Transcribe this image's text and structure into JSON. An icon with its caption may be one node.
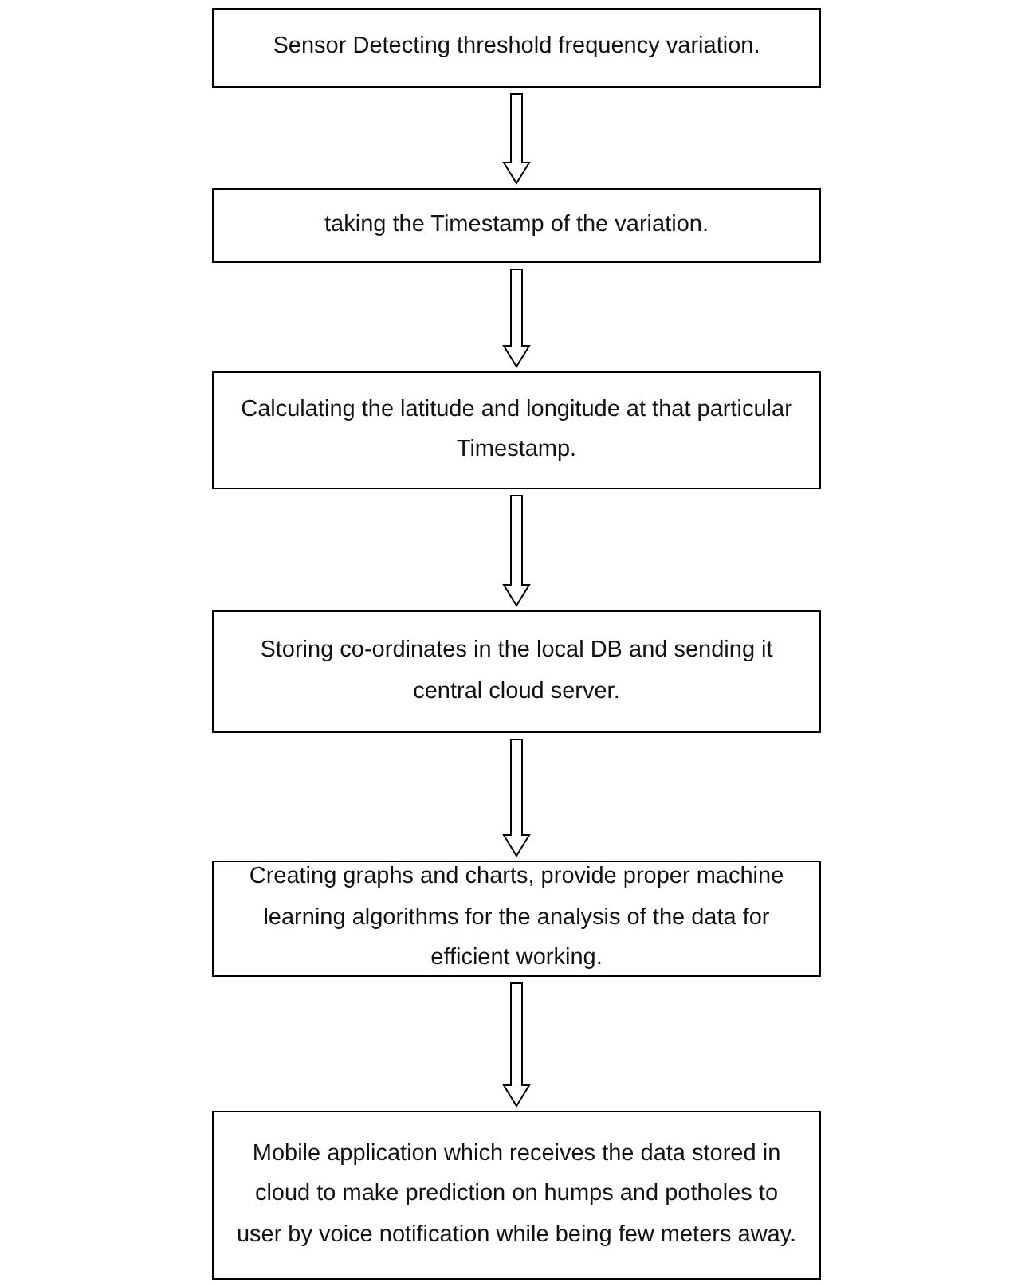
{
  "diagram": {
    "nodes": [
      {
        "text": [
          "Sensor Detecting threshold frequency variation."
        ]
      },
      {
        "text": [
          "taking the Timestamp of the variation."
        ]
      },
      {
        "text": [
          "Calculating the latitude and longitude at that particular Timestamp."
        ]
      },
      {
        "text": [
          "Storing co-ordinates in the local DB and sending it central cloud server."
        ]
      },
      {
        "text": [
          "Creating graphs and charts, provide proper machine learning algorithms for the analysis of the data for efficient working."
        ]
      },
      {
        "text": [
          "Mobile application which receives the data stored in cloud to make prediction on humps and potholes to user by voice notification while being few meters away."
        ]
      }
    ],
    "edges": [
      {
        "from": 0,
        "to": 1,
        "arrow": "to"
      },
      {
        "from": 1,
        "to": 2,
        "arrow": "to"
      },
      {
        "from": 2,
        "to": 3,
        "arrow": "to"
      },
      {
        "from": 3,
        "to": 4,
        "arrow": "to"
      },
      {
        "from": 4,
        "to": 5,
        "arrow": "to"
      }
    ]
  }
}
